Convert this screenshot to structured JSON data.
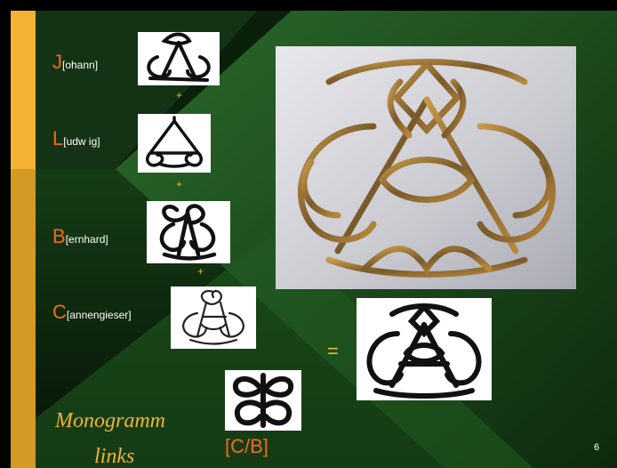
{
  "slide": {
    "labels": [
      {
        "initial": "J",
        "rest": "[ohann]"
      },
      {
        "initial": "L",
        "rest": "[udw ig]"
      },
      {
        "initial": "B",
        "rest": "[ernhard]"
      },
      {
        "initial": "C",
        "rest": "[annengieser]"
      }
    ],
    "plus": [
      "+",
      "+",
      "+"
    ],
    "equals": "=",
    "monogram_line1": "Monogramm",
    "monogram_line2": "links",
    "cb_label": "[C/B]",
    "page_number": "6"
  },
  "colors": {
    "accent_orange": "#f26a1b",
    "accent_gold": "#f2b233",
    "side_bar_top": "#f2b233",
    "side_bar_bottom": "#d49a24",
    "dark_green": "#0a1e0a",
    "mid_green": "#1f5a1f"
  },
  "icons": {
    "monogram_j": "monogram-j-icon",
    "monogram_l": "monogram-l-icon",
    "monogram_b": "monogram-b-icon",
    "monogram_c": "monogram-c-icon",
    "monogram_combined": "monogram-combined-icon",
    "monogram_cb": "monogram-cb-icon",
    "sculpture_photo": "gold-monogram-sculpture"
  }
}
